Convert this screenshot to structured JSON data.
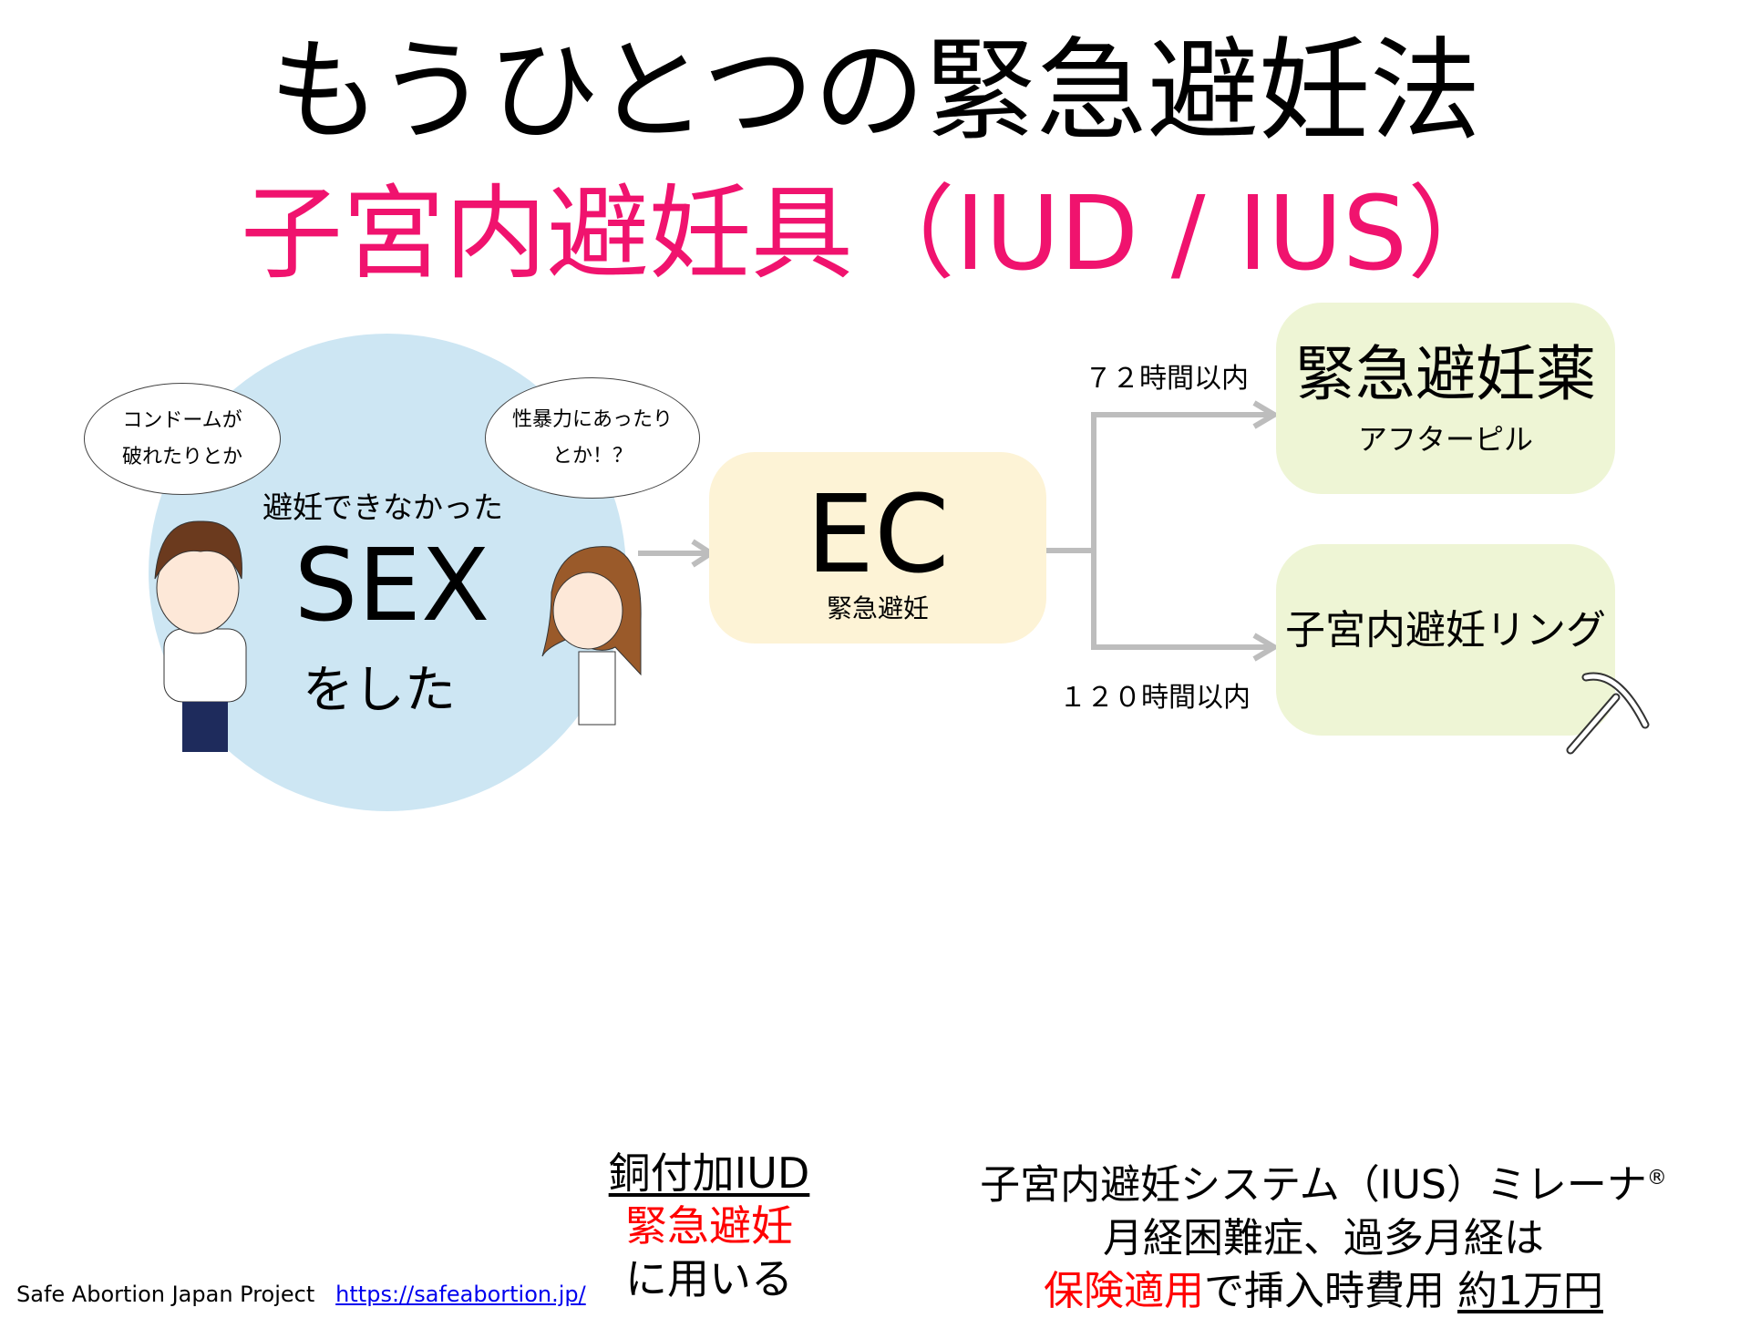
{
  "title": {
    "line1": "もうひとつの緊急避妊法",
    "line2": "子宮内避妊具（IUD / IUS）"
  },
  "diagram": {
    "bubble_left": [
      "コンドームが",
      "破れたりとか"
    ],
    "bubble_right": [
      "性暴力にあったり",
      "とか！？"
    ],
    "circle_caption": "避妊できなかった",
    "circle_main": "SEX",
    "circle_sub": "をした",
    "ec_main": "EC",
    "ec_sub": "緊急避妊",
    "label_72": "７２時間以内",
    "label_120": "１２０時間以内",
    "pill_main": "緊急避妊薬",
    "pill_sub": "アフターピル",
    "iud_main": "子宮内避妊リング"
  },
  "bottom_left": {
    "line1": "銅付加IUD",
    "line2": "緊急避妊",
    "line3": "に用いる"
  },
  "bottom_right": {
    "line1": "子宮内避妊システム（IUS）ミレーナ",
    "reg": "®",
    "line2": "月経困難症、過多月経は",
    "line3_red": "保険適用",
    "line3_mid": "で挿入時費用 ",
    "line3_u": "約1万円"
  },
  "footer": {
    "org": "Safe Abortion Japan Project",
    "link": "https://safeabortion.jp/"
  },
  "colors": {
    "pink": "#f0136e",
    "red": "#ff0000",
    "circle": "#cde6f3",
    "ec": "#fdf3d6",
    "green": "#eef5d5",
    "arrow": "#bdbdbd"
  }
}
